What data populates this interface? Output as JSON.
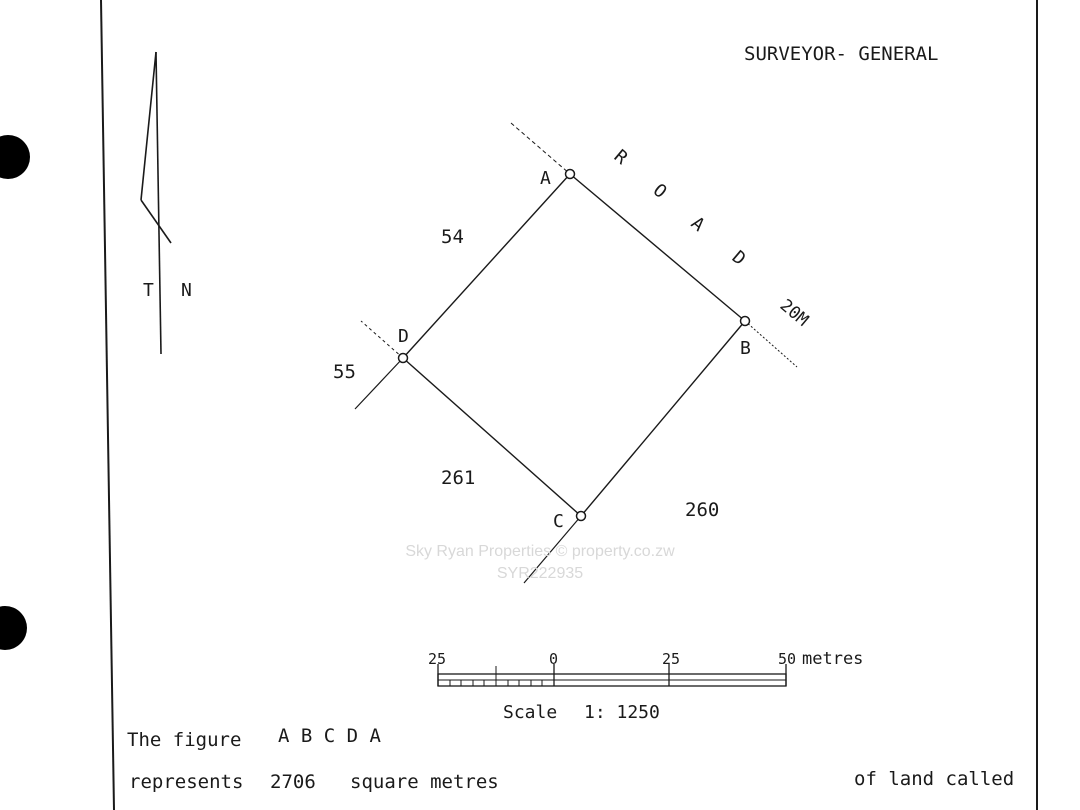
{
  "header": {
    "title": "SURVEYOR- GENERAL"
  },
  "north_arrow": {
    "label_t": "T",
    "label_n": "N"
  },
  "parcel": {
    "corners": [
      "A",
      "B",
      "C",
      "D"
    ],
    "neighbours": [
      "54",
      "55",
      "261",
      "260"
    ],
    "road_letters": [
      "R",
      "O",
      "A",
      "D"
    ],
    "road_width": "20M"
  },
  "watermark": {
    "line1": "Sky Ryan Properties  ©  property.co.zw",
    "line2": "SYR222935"
  },
  "scale_bar": {
    "ticks": [
      "25",
      "0",
      "25",
      "50"
    ],
    "unit": "metres",
    "label": "Scale",
    "ratio": "1: 1250"
  },
  "footer": {
    "figure_prefix": "The figure",
    "figure_letters": "A B C D A",
    "represents_prefix": "represents",
    "area_value": "2706",
    "area_unit": "square metres",
    "land_called": "of land called"
  },
  "colors": {
    "ink": "#1a1a1a",
    "paper": "#ffffff",
    "watermark": "#d8d8d8"
  }
}
